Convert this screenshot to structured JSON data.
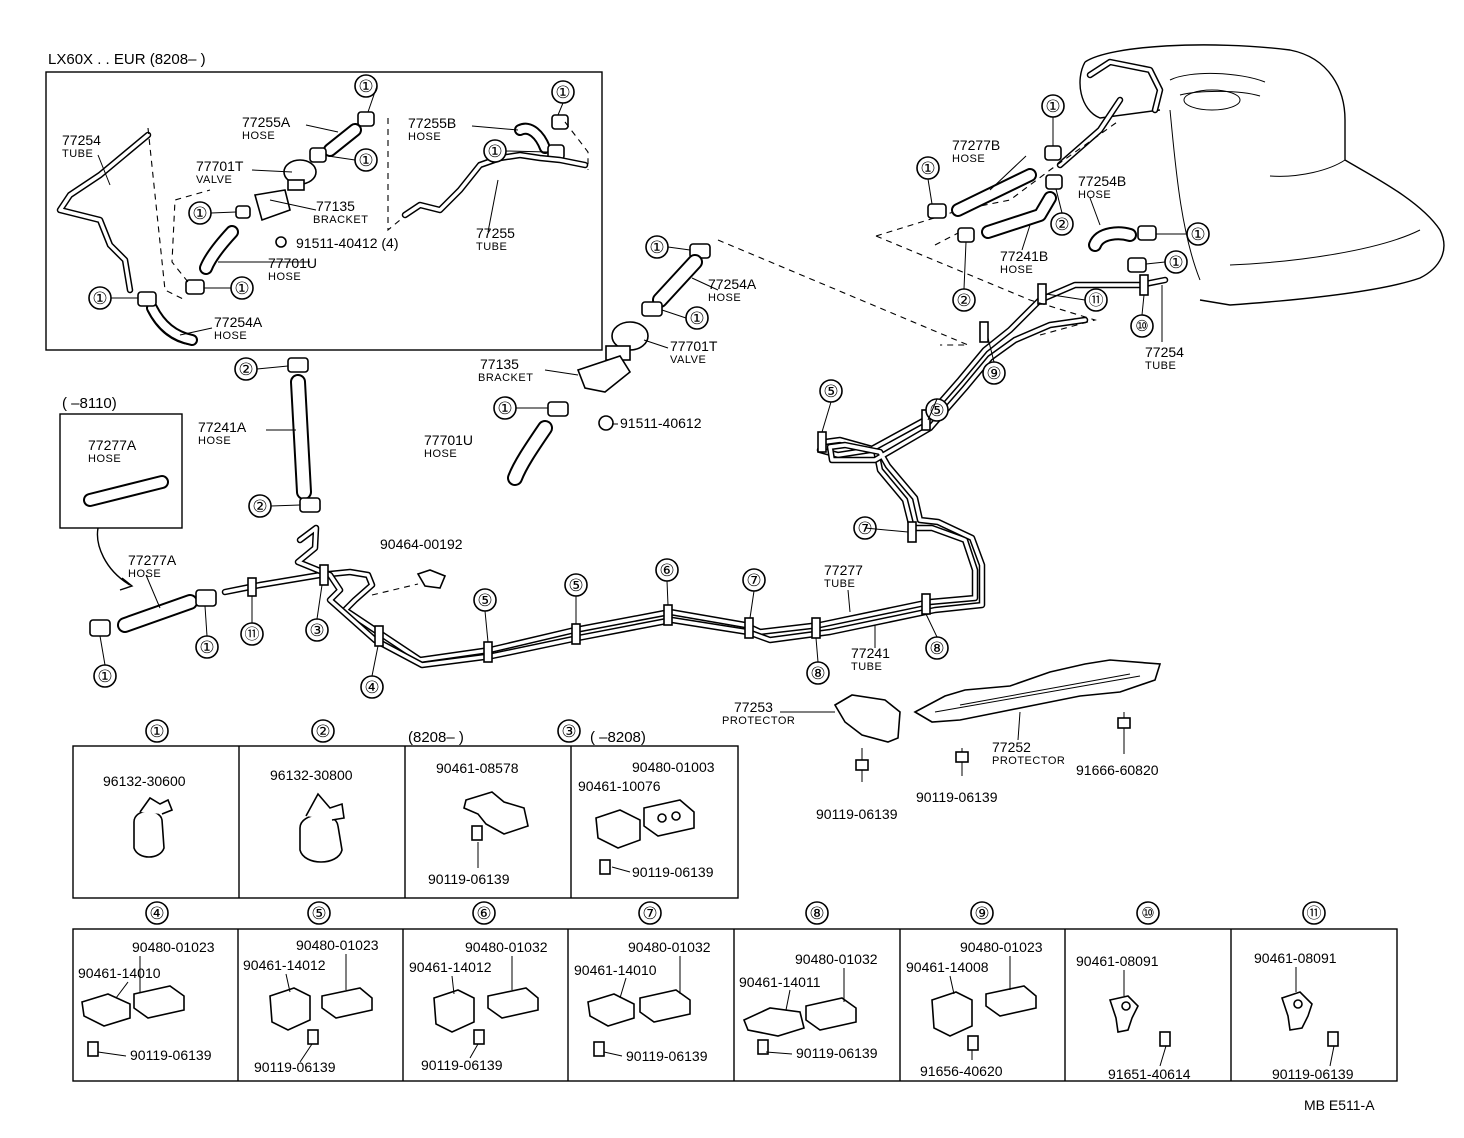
{
  "header": {
    "variant": "LX60X . . EUR (8208–        )"
  },
  "inset_early": {
    "range": "(        –8110)"
  },
  "legend_ranges": {
    "box3a": "(8208–        )",
    "box3b": "(        –8208)"
  },
  "drawing_code": "MB E511-A",
  "callout_numbers": [
    "①",
    "②",
    "③",
    "④",
    "⑤",
    "⑥",
    "⑦",
    "⑧",
    "⑨",
    "⑩",
    "⑪"
  ],
  "labels": [
    {
      "id": "77254-inset",
      "num": "77254",
      "sub": "TUBE"
    },
    {
      "id": "77255A",
      "num": "77255A",
      "sub": "HOSE"
    },
    {
      "id": "77701T-inset",
      "num": "77701T",
      "sub": "VALVE"
    },
    {
      "id": "77135-inset",
      "num": "77135",
      "sub": "BRACKET"
    },
    {
      "id": "91511-40412",
      "num": "91511-40412 (4)",
      "sub": ""
    },
    {
      "id": "77701U-inset",
      "num": "77701U",
      "sub": "HOSE"
    },
    {
      "id": "77254A-inset",
      "num": "77254A",
      "sub": "HOSE"
    },
    {
      "id": "77255B",
      "num": "77255B",
      "sub": "HOSE"
    },
    {
      "id": "77255",
      "num": "77255",
      "sub": "TUBE"
    },
    {
      "id": "77254A",
      "num": "77254A",
      "sub": "HOSE"
    },
    {
      "id": "77701T",
      "num": "77701T",
      "sub": "VALVE"
    },
    {
      "id": "77135",
      "num": "77135",
      "sub": "BRACKET"
    },
    {
      "id": "91511-40612",
      "num": "91511-40612",
      "sub": ""
    },
    {
      "id": "77701U",
      "num": "77701U",
      "sub": "HOSE"
    },
    {
      "id": "77241A",
      "num": "77241A",
      "sub": "HOSE"
    },
    {
      "id": "77277A-inset",
      "num": "77277A",
      "sub": "HOSE"
    },
    {
      "id": "77277A",
      "num": "77277A",
      "sub": "HOSE"
    },
    {
      "id": "90464-00192",
      "num": "90464-00192",
      "sub": ""
    },
    {
      "id": "77277B",
      "num": "77277B",
      "sub": "HOSE"
    },
    {
      "id": "77254B",
      "num": "77254B",
      "sub": "HOSE"
    },
    {
      "id": "77241B",
      "num": "77241B",
      "sub": "HOSE"
    },
    {
      "id": "77254",
      "num": "77254",
      "sub": "TUBE"
    },
    {
      "id": "77277",
      "num": "77277",
      "sub": "TUBE"
    },
    {
      "id": "77241",
      "num": "77241",
      "sub": "TUBE"
    },
    {
      "id": "77253",
      "num": "77253",
      "sub": "PROTECTOR"
    },
    {
      "id": "77252",
      "num": "77252",
      "sub": "PROTECTOR"
    },
    {
      "id": "90119-06139-a",
      "num": "90119-06139",
      "sub": ""
    },
    {
      "id": "90119-06139-b",
      "num": "90119-06139",
      "sub": ""
    },
    {
      "id": "91666-60820",
      "num": "91666-60820",
      "sub": ""
    }
  ],
  "legend": [
    {
      "callout": "①",
      "parts": [
        "96132-30600"
      ]
    },
    {
      "callout": "②",
      "parts": [
        "96132-30800"
      ]
    },
    {
      "callout": "③a",
      "parts": [
        "90461-08578",
        "90119-06139"
      ]
    },
    {
      "callout": "③b",
      "parts": [
        "90480-01003",
        "90461-10076",
        "90119-06139"
      ]
    },
    {
      "callout": "④",
      "parts": [
        "90480-01023",
        "90461-14010",
        "90119-06139"
      ]
    },
    {
      "callout": "⑤",
      "parts": [
        "90480-01023",
        "90461-14012",
        "90119-06139"
      ]
    },
    {
      "callout": "⑥",
      "parts": [
        "90480-01032",
        "90461-14012",
        "90119-06139"
      ]
    },
    {
      "callout": "⑦",
      "parts": [
        "90480-01032",
        "90461-14010",
        "90119-06139"
      ]
    },
    {
      "callout": "⑧",
      "parts": [
        "90480-01032",
        "90461-14011",
        "90119-06139"
      ]
    },
    {
      "callout": "⑨",
      "parts": [
        "90480-01023",
        "90461-14008",
        "91656-40620"
      ]
    },
    {
      "callout": "⑩",
      "parts": [
        "90461-08091",
        "91651-40614"
      ]
    },
    {
      "callout": "⑪",
      "parts": [
        "90461-08091",
        "90119-06139"
      ]
    }
  ]
}
